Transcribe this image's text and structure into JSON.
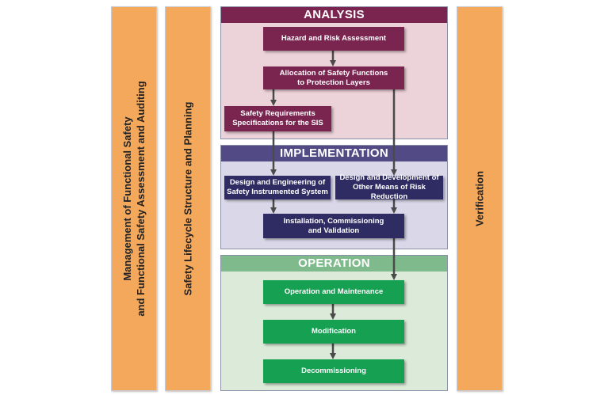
{
  "pillars": {
    "management": [
      "Management of Functional Safety",
      "and Functional Safety Assessment and Auditing"
    ],
    "structure": "Safety Lifecycle Structure and Planning",
    "verification": "Verification"
  },
  "sections": {
    "analysis": {
      "title": "ANALYSIS",
      "boxes": {
        "hazard": "Hazard and Risk Assessment",
        "allocation": "Allocation of Safety Functions\nto Protection Layers",
        "srs": "Safety Requirements\nSpecifications for the SIS"
      }
    },
    "implementation": {
      "title": "IMPLEMENTATION",
      "boxes": {
        "design_sis": "Design and Engineering of\nSafety Instrumented System",
        "design_other": "Design and Development of\nOther Means of Risk Reduction",
        "install": "Installation, Commissioning\nand Validation"
      }
    },
    "operation": {
      "title": "OPERATION",
      "boxes": {
        "operation": "Operation and Maintenance",
        "modification": "Modification",
        "decommissioning": "Decommissioning"
      }
    }
  },
  "colors": {
    "pillar": "#f4a85c",
    "analysis_header": "#7a2450",
    "analysis_bg": "#ecd3d9",
    "implementation_header": "#524a84",
    "implementation_bg": "#dad8e8",
    "operation_header": "#7fba8c",
    "operation_bg": "#dcebd9",
    "arrow": "#4a4a4a"
  }
}
